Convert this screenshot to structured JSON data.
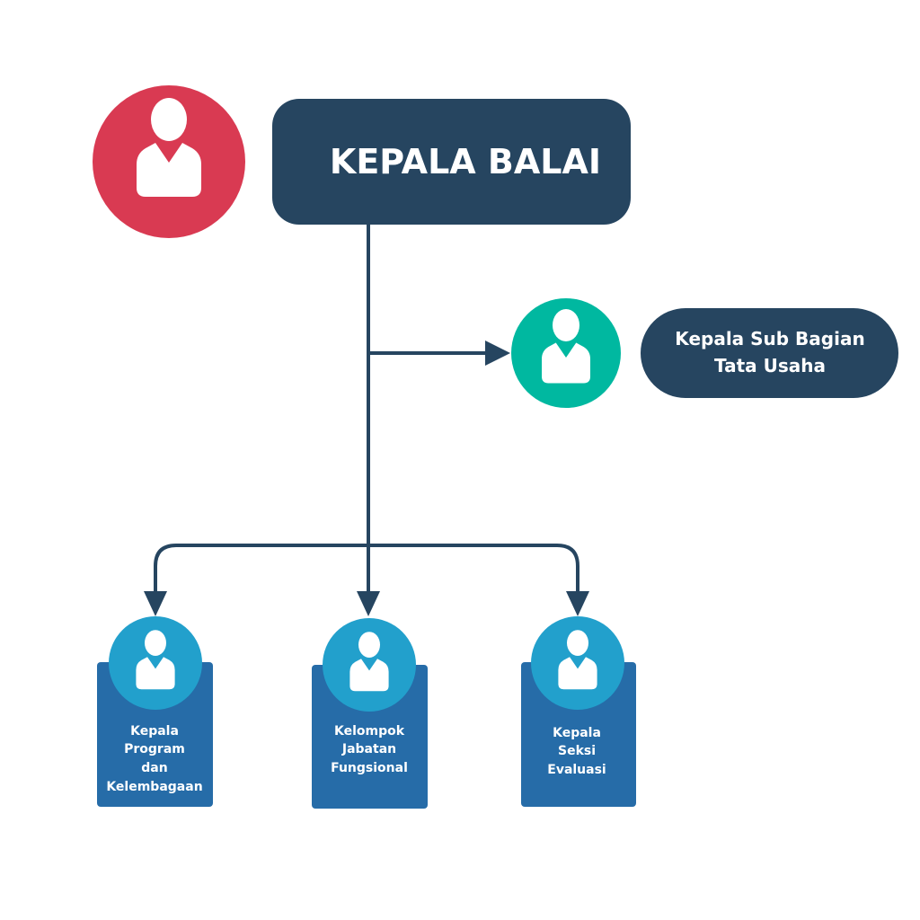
{
  "colors": {
    "head": "#d93a52",
    "navy": "#264560",
    "teal": "#00b8a0",
    "light_blue": "#22a0cc",
    "box_blue": "#266ca8"
  },
  "top": {
    "title": "KEPALA BALAI",
    "icon": "person-icon"
  },
  "staff": {
    "lines": [
      "Kepala Sub Bagian",
      "Tata Usaha"
    ],
    "icon": "person-icon"
  },
  "units": [
    {
      "lines": [
        "Kepala",
        "Program",
        "dan",
        "Kelembagaan"
      ],
      "icon": "person-icon"
    },
    {
      "lines": [
        "Kelompok",
        "Jabatan",
        "Fungsional"
      ],
      "icon": "person-icon"
    },
    {
      "lines": [
        "Kepala",
        "Seksi",
        "Evaluasi"
      ],
      "icon": "person-icon"
    }
  ]
}
